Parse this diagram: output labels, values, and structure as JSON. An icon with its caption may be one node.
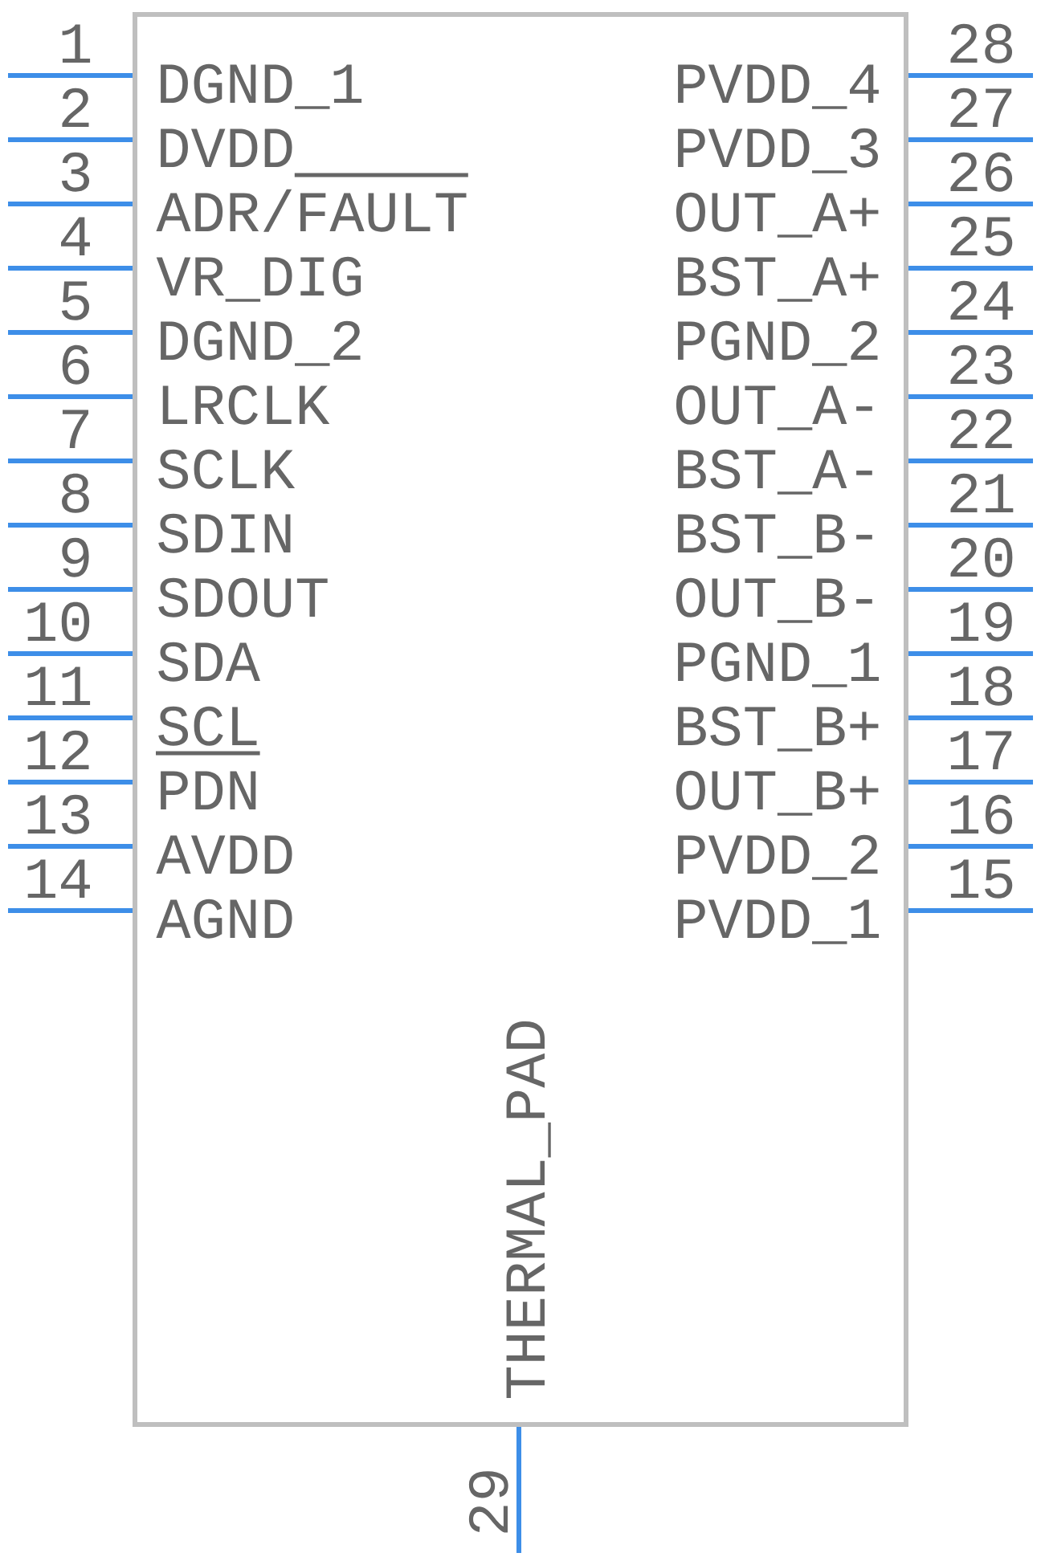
{
  "diagram": {
    "nodes": [
      {
        "text": [
          "DGND_1",
          "DVDD",
          "ADR/FAULT",
          "VR_DIG",
          "DGND_2",
          "LRCLK",
          "SCLK",
          "SDIN",
          "SDOUT",
          "SDA",
          "SCL",
          "PDN",
          "AVDD",
          "AGND",
          "PVDD_4",
          "PVDD_3",
          "OUT_A+",
          "BST_A+",
          "PGND_2",
          "OUT_A-",
          "BST_A-",
          "BST_B-",
          "OUT_B-",
          "PGND_1",
          "BST_B+",
          "OUT_B+",
          "PVDD_2",
          "PVDD_1",
          "THERMAL_PAD"
        ]
      }
    ],
    "labels": [
      "1",
      "2",
      "3",
      "4",
      "5",
      "6",
      "7",
      "8",
      "9",
      "10",
      "11",
      "12",
      "13",
      "14",
      "28",
      "27",
      "26",
      "25",
      "24",
      "23",
      "22",
      "21",
      "20",
      "19",
      "18",
      "17",
      "16",
      "15",
      "29"
    ]
  }
}
